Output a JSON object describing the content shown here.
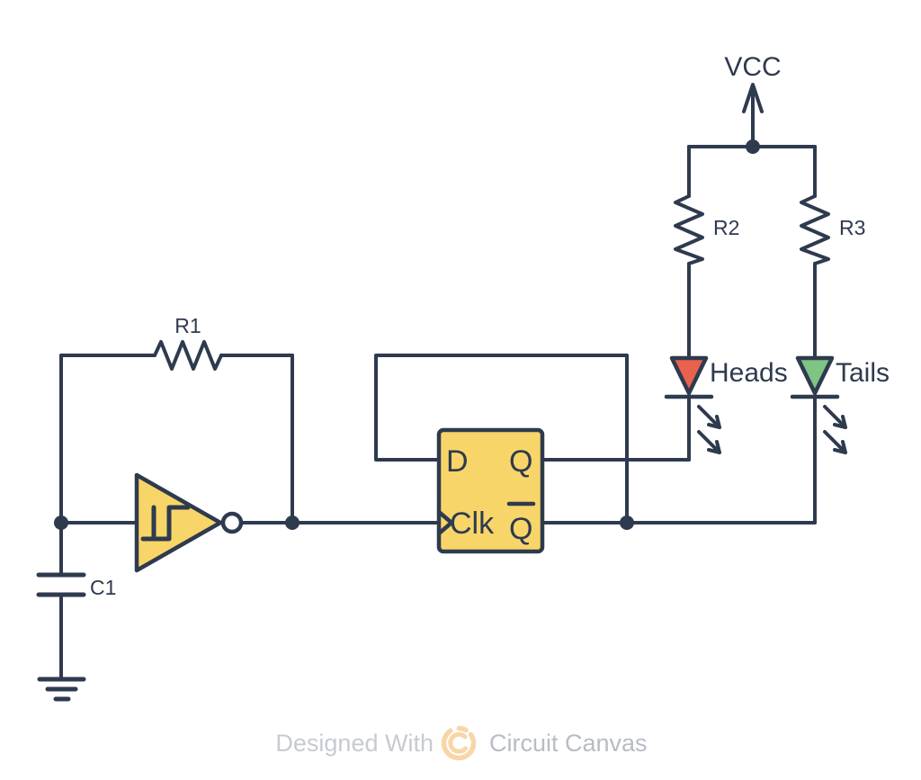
{
  "diagram": {
    "type": "circuit-schematic",
    "description": "Coin flip circuit: Schmitt-trigger RC oscillator clocking a D flip-flop in toggle mode driving two LEDs"
  },
  "colors": {
    "wire": "#2e3a4e",
    "component_fill": "#f8d568",
    "led_heads_fill": "#e8624e",
    "led_tails_fill": "#7ec483",
    "background": "#ffffff",
    "watermark_text": "#c7cad3",
    "watermark_brand_text": "#b8bcc6",
    "watermark_logo": "#f8d6a8"
  },
  "power": {
    "vcc_label": "VCC"
  },
  "resistors": {
    "r1_label": "R1",
    "r2_label": "R2",
    "r3_label": "R3"
  },
  "capacitor": {
    "c1_label": "C1"
  },
  "leds": {
    "heads_label": "Heads",
    "tails_label": "Tails"
  },
  "flipflop": {
    "d_pin": "D",
    "q_pin": "Q",
    "clk_pin": "Clk",
    "q_bar_pin": "Q"
  },
  "footer": {
    "designed_with": "Designed With",
    "brand": "Circuit Canvas"
  }
}
